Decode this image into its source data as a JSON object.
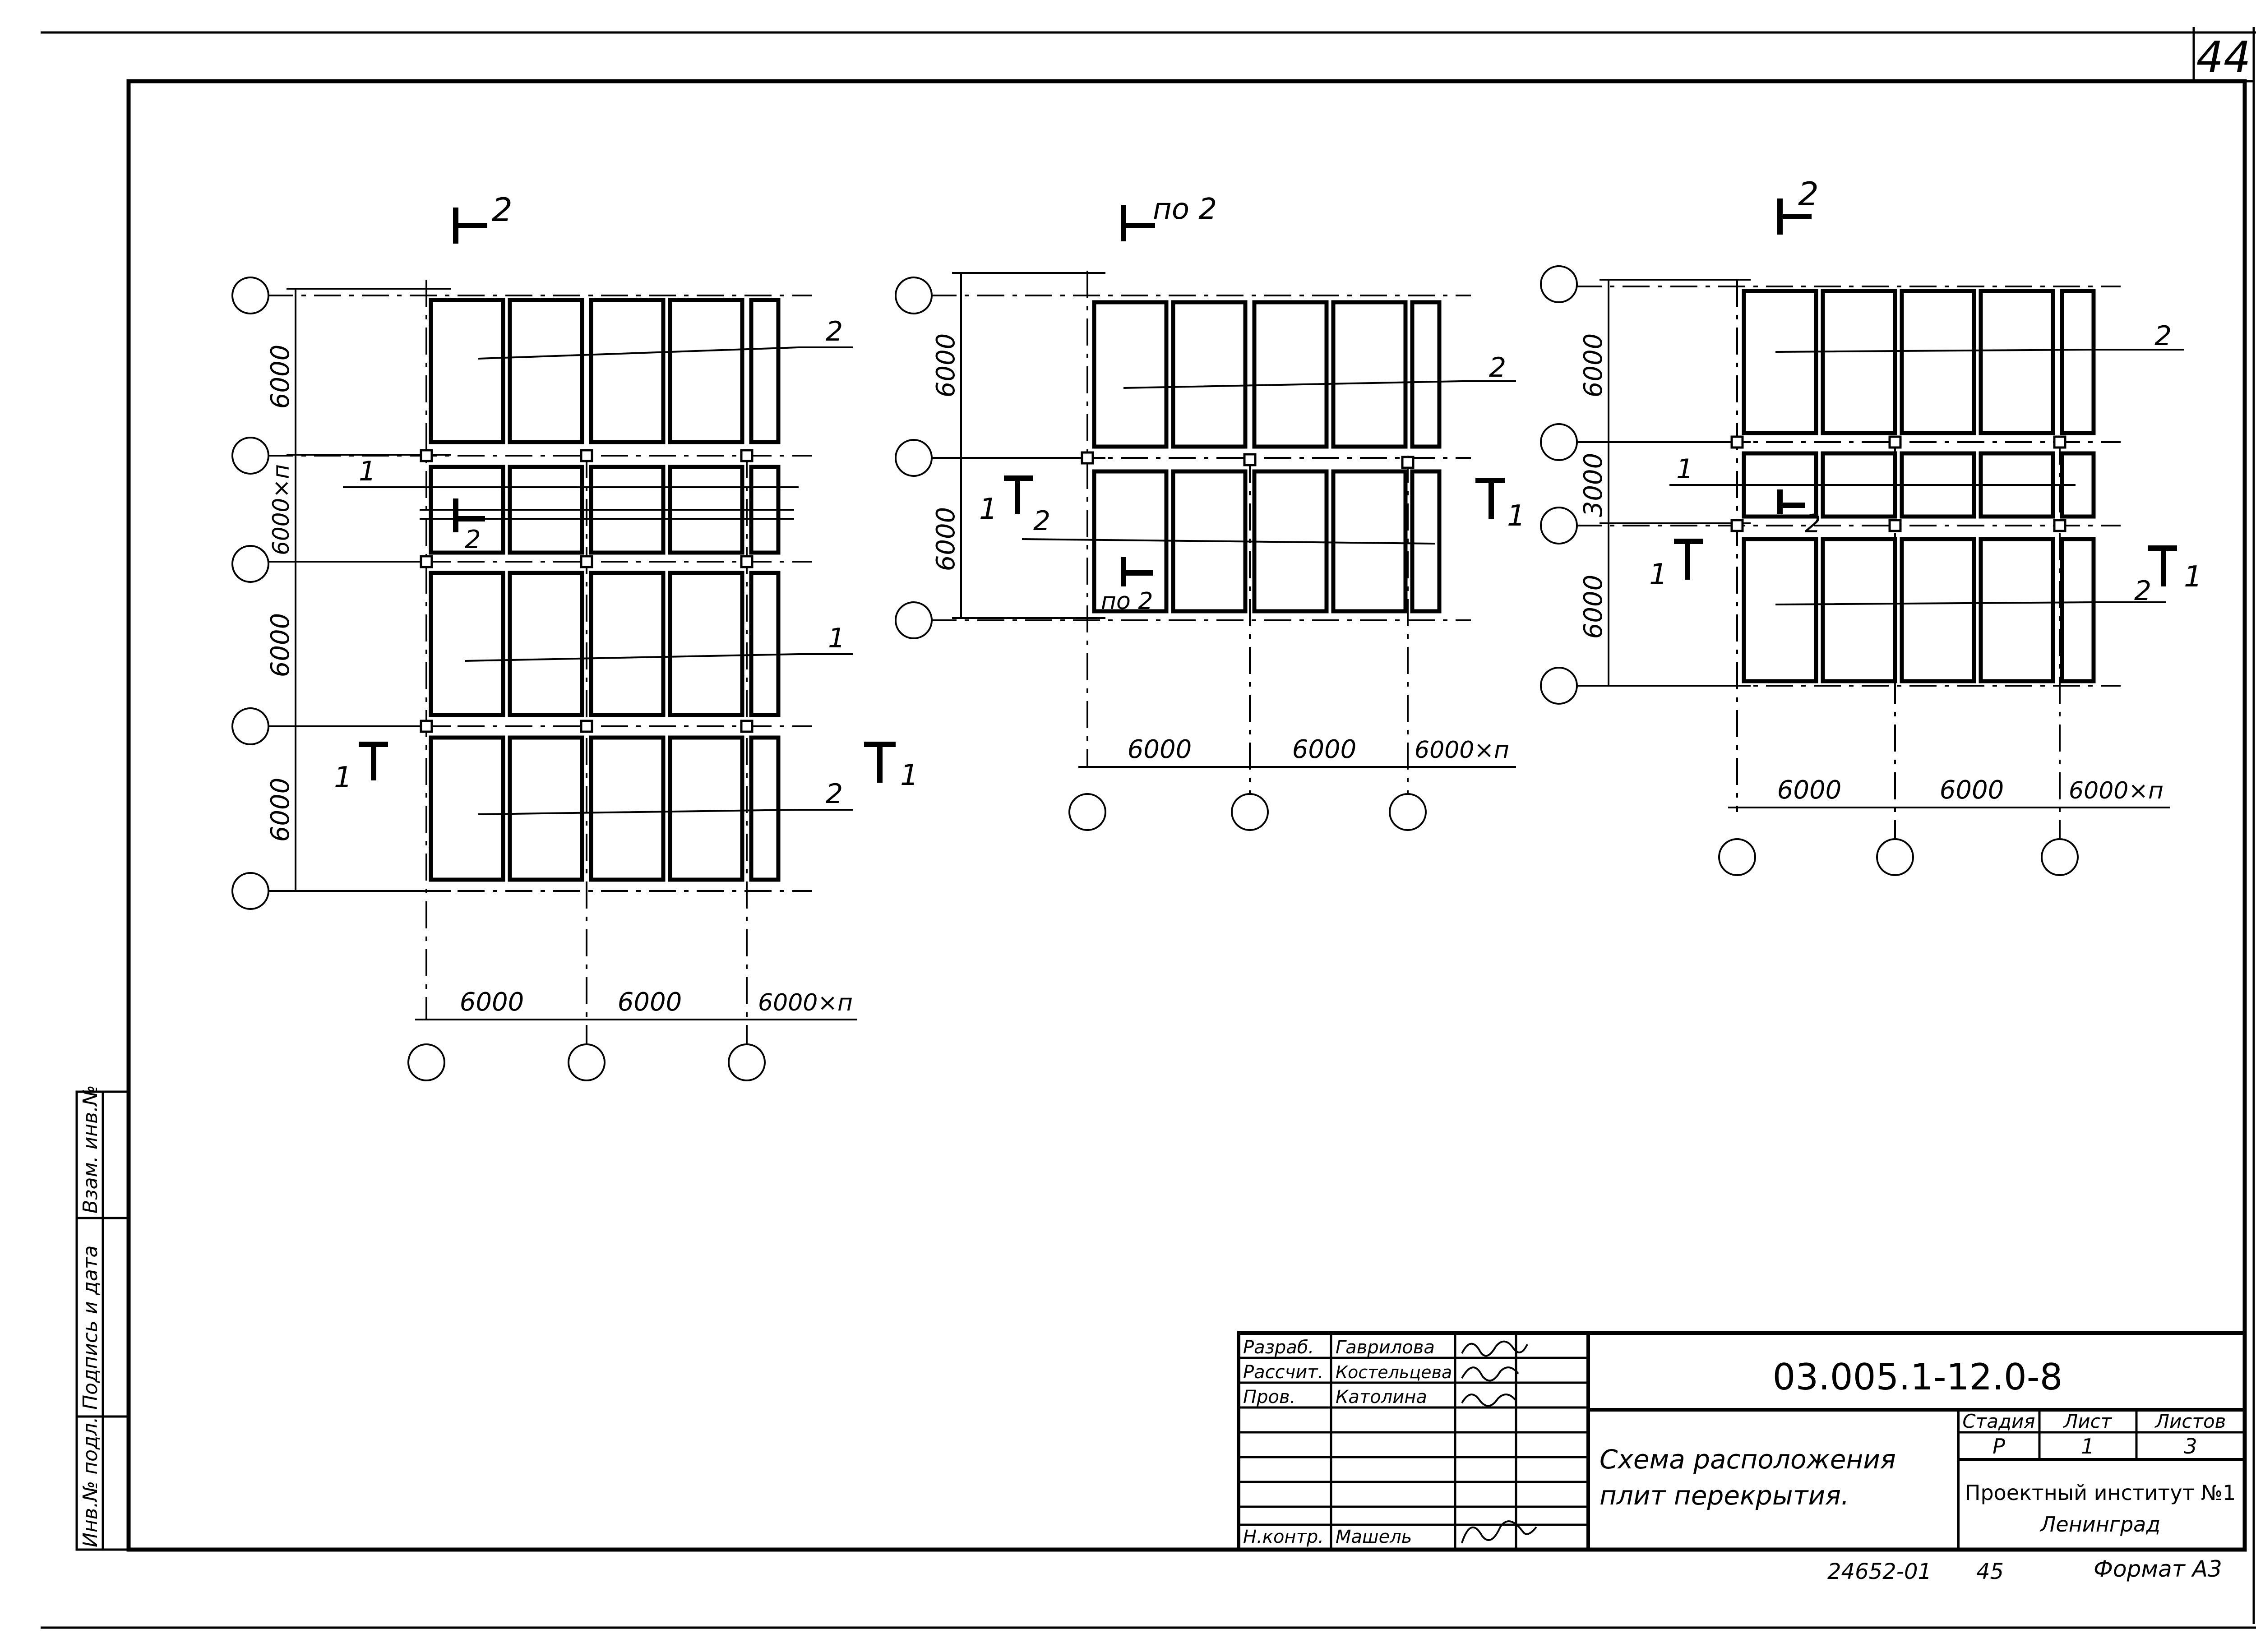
{
  "sheet": {
    "page_number": "44",
    "footer_code": "24652-01",
    "footer_number": "45",
    "format_label": "Формат А3"
  },
  "side_stamp": {
    "inv_no": "Инв.№ подл.",
    "signature_date": "Подпись и дата",
    "replaced_inv": "Взам. инв.№"
  },
  "title_block": {
    "roles": [
      "Разраб.",
      "Рассчит.",
      "Пров.",
      "",
      "",
      "",
      "",
      "Н.контр."
    ],
    "names": [
      "Гаврилова",
      "Костельцева",
      "Католина",
      "",
      "",
      "",
      "",
      "Машель"
    ],
    "designation": "03.005.1-12.0-8",
    "title_line1": "Схема расположения",
    "title_line2": "плит перекрытия.",
    "stage_label": "Стадия",
    "sheet_label": "Лист",
    "sheets_label": "Листов",
    "stage_value": "Р",
    "sheet_value": "1",
    "sheets_value": "3",
    "org_line1": "Проектный институт №1",
    "org_line2": "Ленинград"
  },
  "plan_left": {
    "section_top": "2",
    "vertical_dims": [
      "6000",
      "6000×п",
      "6000",
      "6000"
    ],
    "horizontal_dims": [
      "6000",
      "6000",
      "6000×п"
    ],
    "slab_marks": [
      "2",
      "1",
      "1",
      "2"
    ],
    "section_left": "1",
    "section_right": "1",
    "section_inner": "2"
  },
  "plan_middle": {
    "section_top": "по 2",
    "vertical_dims": [
      "6000",
      "6000"
    ],
    "horizontal_dims": [
      "6000",
      "6000",
      "6000×п"
    ],
    "slab_marks": [
      "2",
      "2"
    ],
    "section_left": "1",
    "section_right": "1",
    "section_inner": "по 2"
  },
  "plan_right": {
    "section_top": "2",
    "vertical_dims": [
      "6000",
      "3000",
      "6000"
    ],
    "horizontal_dims": [
      "6000",
      "6000",
      "6000×п"
    ],
    "slab_marks": [
      "2",
      "1",
      "2"
    ],
    "section_left": "1",
    "section_right": "1",
    "section_inner": "2"
  }
}
